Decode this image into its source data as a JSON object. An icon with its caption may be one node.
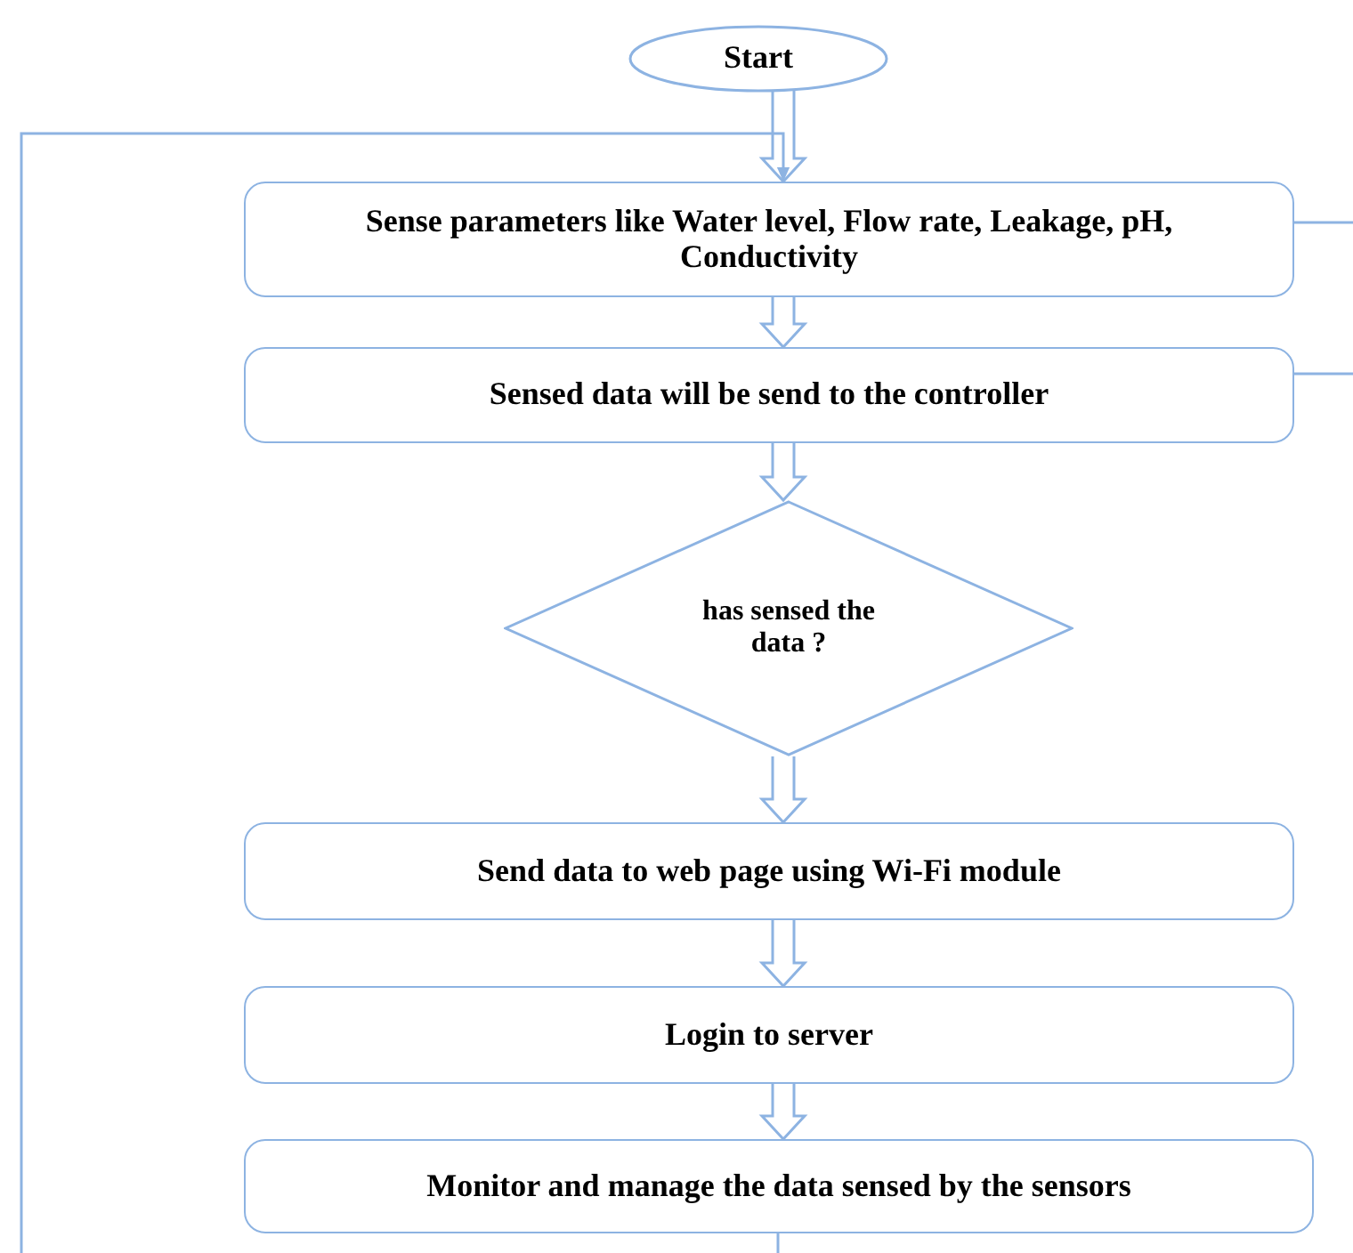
{
  "diagram": {
    "nodes": [
      {
        "text": [
          "Start"
        ]
      },
      {
        "text": [
          "Sense parameters like Water level, Flow rate, Leakage, pH, Conductivity"
        ]
      },
      {
        "text": [
          "Sensed data will be send to the controller"
        ]
      },
      {
        "text": [
          "has sensed the data ?"
        ]
      },
      {
        "text": [
          "Send data to web page using Wi-Fi module"
        ]
      },
      {
        "text": [
          "Login to server"
        ]
      },
      {
        "text": [
          "Monitor and manage the data sensed by the sensors"
        ]
      }
    ],
    "edges": [
      {
        "from": 0,
        "to": 1,
        "arrow": "to"
      },
      {
        "from": 1,
        "to": 2,
        "arrow": "to"
      },
      {
        "from": 2,
        "to": 3,
        "arrow": "to"
      },
      {
        "from": 3,
        "to": 4,
        "arrow": "to"
      },
      {
        "from": 4,
        "to": 5,
        "arrow": "to"
      },
      {
        "from": 5,
        "to": 6,
        "arrow": "to"
      },
      {
        "from": null,
        "to": 1,
        "arrow": "to"
      },
      {
        "from": 1,
        "to": null,
        "arrow": "none"
      },
      {
        "from": 2,
        "to": null,
        "arrow": "none"
      },
      {
        "from": 6,
        "to": null,
        "arrow": "none"
      }
    ]
  }
}
